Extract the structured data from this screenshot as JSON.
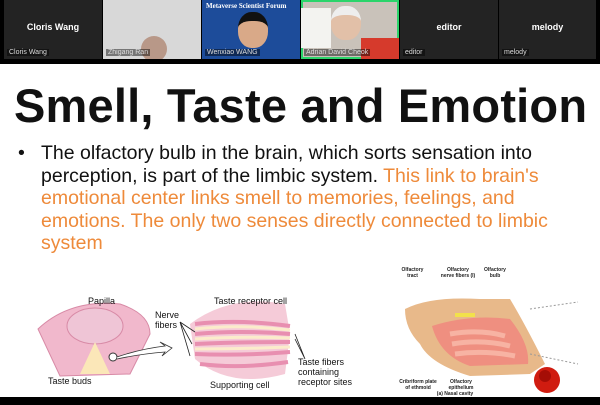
{
  "participants": [
    {
      "center_name": "Cloris Wang",
      "label": "Cloris Wang",
      "video": false
    },
    {
      "label": "Zhigang Ran",
      "video": true
    },
    {
      "label": "Wenxiao WANG",
      "video": true,
      "backdrop_text": "Metaverse Scientist Forum"
    },
    {
      "label": "Adrian David Cheok",
      "video": true,
      "active": true
    },
    {
      "center_name": "editor",
      "label": "editor",
      "video": false
    },
    {
      "center_name": "melody",
      "label": "melody",
      "video": false
    }
  ],
  "slide": {
    "title": "Smell, Taste and Emotion",
    "bullet_black": "The olfactory bulb in the brain, which sorts sensation into perception, is part of the limbic system.",
    "bullet_orange": "This link to brain's emotional center links smell to memories,  feelings, and emotions. The only two senses directly connected to limbic system",
    "taste_labels": {
      "papilla": "Papilla",
      "taste_buds": "Taste buds",
      "nerve_fibers": "Nerve fibers",
      "receptor_cell": "Taste receptor cell",
      "supporting_cell": "Supporting cell",
      "taste_fibers": "Taste fibers containing receptor sites"
    },
    "nasal_labels": {
      "tract": "Olfactory tract",
      "nerve": "Olfactory nerve fibers (I)",
      "bulb": "Olfactory bulb",
      "cribriform": "Cribriform plate of ethmoid",
      "epithelium": "Olfactory epithelium",
      "caption": "(a) Nasal cavity"
    }
  },
  "colors": {
    "accent_orange": "#ee8a3a",
    "active_speaker": "#2bd46b"
  }
}
